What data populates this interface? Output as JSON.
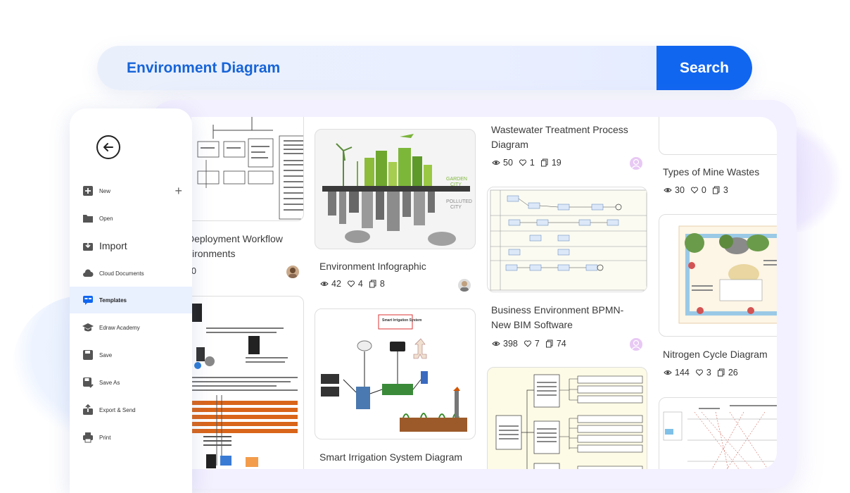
{
  "search": {
    "query": "Environment Diagram",
    "button_label": "Search"
  },
  "sidebar": {
    "items": [
      {
        "label": "New",
        "icon": "new-icon"
      },
      {
        "label": "Open",
        "icon": "folder-icon"
      },
      {
        "label": "Import",
        "icon": "import-icon"
      },
      {
        "label": "Cloud Documents",
        "icon": "cloud-icon"
      },
      {
        "label": "Templates",
        "icon": "templates-icon",
        "active": true
      },
      {
        "label": "Edraw Academy",
        "icon": "graduation-cap-icon"
      },
      {
        "label": "Save",
        "icon": "save-icon"
      },
      {
        "label": "Save As",
        "icon": "save-as-icon"
      },
      {
        "label": "Export & Send",
        "icon": "export-icon"
      },
      {
        "label": "Print",
        "icon": "print-icon"
      }
    ]
  },
  "templates": {
    "col1": {
      "card1": {
        "title_line1": "Deployment Workflow",
        "title_line2": "vironments",
        "views": "0"
      }
    },
    "col2": {
      "card1": {
        "title": "Environment Infographic",
        "views": "42",
        "likes": "4",
        "copies": "8"
      },
      "card2": {
        "title": "Smart Irrigation System Diagram"
      }
    },
    "col3": {
      "card1": {
        "title_line1": "Wastewater Treatment Process",
        "title_line2": "Diagram",
        "views": "50",
        "likes": "1",
        "copies": "19"
      },
      "card2": {
        "title_line1": "Business Environment BPMN-",
        "title_line2": "New BIM Software",
        "views": "398",
        "likes": "7",
        "copies": "74"
      }
    },
    "col4": {
      "card1": {
        "title": "Types of Mine Wastes",
        "views": "30",
        "likes": "0",
        "copies": "3"
      },
      "card2": {
        "title": "Nitrogen Cycle Diagram",
        "views": "144",
        "likes": "3",
        "copies": "26"
      }
    }
  },
  "thumbnails": {
    "infographic": {
      "garden_city": "GARDEN CITY",
      "polluted_city": "POLLUTED CITY"
    },
    "irrigation": {
      "title": "Smart Irrigation System"
    }
  },
  "colors": {
    "accent": "#1166f0",
    "query_text": "#1764d8",
    "frame_bg": "#f3f0ff",
    "active_item_bg": "#e9f1ff"
  }
}
